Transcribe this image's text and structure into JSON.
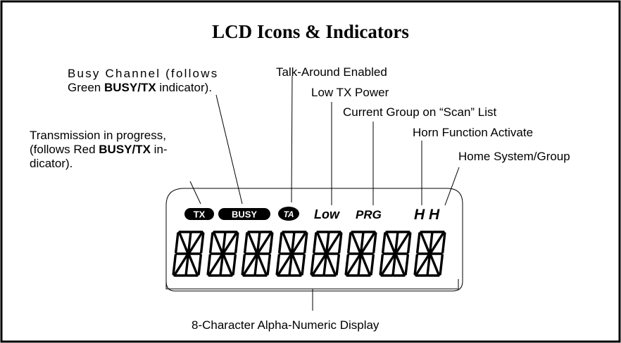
{
  "title": "LCD Icons & Indicators",
  "labels": {
    "busy_line1": "Busy Channel (follows",
    "busy_line2_pre": "Green ",
    "busy_line2_bold": "BUSY/TX",
    "busy_line2_post": " indicator).",
    "talk_around": "Talk-Around Enabled",
    "low_power": "Low TX Power",
    "current_group": "Current Group on “Scan” List",
    "horn": "Horn Function Activate",
    "home": "Home System/Group",
    "tx_line1": "Transmission in progress,",
    "tx_line2_pre": "(follows Red ",
    "tx_line2_bold": "BUSY/TX",
    "tx_line2_post": " in-",
    "tx_line3": "dicator).",
    "display": "8-Character Alpha-Numeric Display"
  },
  "icons": {
    "tx": "TX",
    "busy": "BUSY",
    "ta": "TA",
    "low": "Low",
    "prg": "PRG",
    "hh": "H H"
  },
  "segment_count": 8
}
